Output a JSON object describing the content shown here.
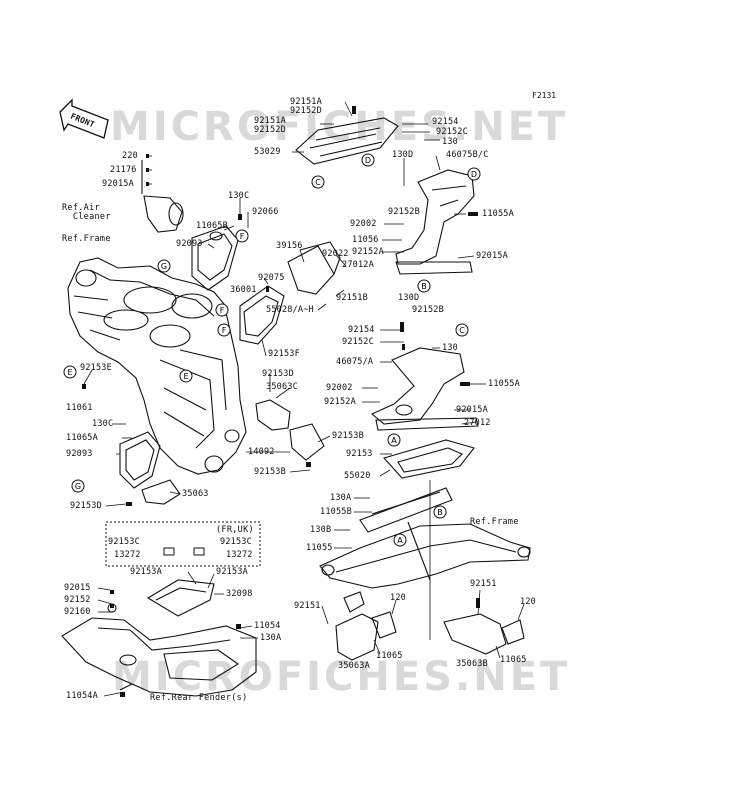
{
  "diagram_code": "F2131",
  "front_label": "FRONT",
  "watermark_top": "MICROFICHES.NET",
  "watermark_bottom": "MICROFICHES.NET",
  "refs": {
    "air_cleaner": "Ref.Air\n  Cleaner",
    "frame_left": "Ref.Frame",
    "frame_right": "Ref.Frame",
    "rear_fender": "Ref.Rear Fender(s)",
    "fr_uk": "(FR,UK)"
  },
  "callouts": [
    "A",
    "B",
    "C",
    "D",
    "E",
    "F",
    "G"
  ],
  "parts": [
    {
      "id": "p1",
      "text": "92151A"
    },
    {
      "id": "p2",
      "text": "92152D"
    },
    {
      "id": "p3",
      "text": "92151A"
    },
    {
      "id": "p4",
      "text": "92152D"
    },
    {
      "id": "p5",
      "text": "53029"
    },
    {
      "id": "p6",
      "text": "92154"
    },
    {
      "id": "p7",
      "text": "92152C"
    },
    {
      "id": "p8",
      "text": "130"
    },
    {
      "id": "p9",
      "text": "130D"
    },
    {
      "id": "p10",
      "text": "46075B/C"
    },
    {
      "id": "p11",
      "text": "220"
    },
    {
      "id": "p12",
      "text": "21176"
    },
    {
      "id": "p13",
      "text": "92015A"
    },
    {
      "id": "p14",
      "text": "130C"
    },
    {
      "id": "p15",
      "text": "11065B"
    },
    {
      "id": "p16",
      "text": "92066"
    },
    {
      "id": "p17",
      "text": "92093"
    },
    {
      "id": "p18",
      "text": "39156"
    },
    {
      "id": "p19",
      "text": "92022"
    },
    {
      "id": "p20",
      "text": "92075"
    },
    {
      "id": "p21",
      "text": "36001"
    },
    {
      "id": "p22",
      "text": "92151B"
    },
    {
      "id": "p23",
      "text": "55028/A~H"
    },
    {
      "id": "p24",
      "text": "92152B"
    },
    {
      "id": "p25",
      "text": "11055A"
    },
    {
      "id": "p26",
      "text": "92002"
    },
    {
      "id": "p27",
      "text": "11056"
    },
    {
      "id": "p28",
      "text": "92152A"
    },
    {
      "id": "p29",
      "text": "27012A"
    },
    {
      "id": "p30",
      "text": "92015A"
    },
    {
      "id": "p31",
      "text": "130D"
    },
    {
      "id": "p32",
      "text": "92152B"
    },
    {
      "id": "p33",
      "text": "92154"
    },
    {
      "id": "p34",
      "text": "92152C"
    },
    {
      "id": "p35",
      "text": "130"
    },
    {
      "id": "p36",
      "text": "46075/A"
    },
    {
      "id": "p37",
      "text": "11055A"
    },
    {
      "id": "p38",
      "text": "92153F"
    },
    {
      "id": "p39",
      "text": "92153E"
    },
    {
      "id": "p40",
      "text": "11061"
    },
    {
      "id": "p41",
      "text": "92153D"
    },
    {
      "id": "p42",
      "text": "35063C"
    },
    {
      "id": "p43",
      "text": "92002"
    },
    {
      "id": "p44",
      "text": "92152A"
    },
    {
      "id": "p45",
      "text": "92015A"
    },
    {
      "id": "p46",
      "text": "27012"
    },
    {
      "id": "p47",
      "text": "130C"
    },
    {
      "id": "p48",
      "text": "11065A"
    },
    {
      "id": "p49",
      "text": "92093"
    },
    {
      "id": "p50",
      "text": "92153B"
    },
    {
      "id": "p51",
      "text": "14092"
    },
    {
      "id": "p52",
      "text": "92153"
    },
    {
      "id": "p53",
      "text": "92153B"
    },
    {
      "id": "p54",
      "text": "55020"
    },
    {
      "id": "p55",
      "text": "92153D"
    },
    {
      "id": "p56",
      "text": "35063"
    },
    {
      "id": "p57",
      "text": "130A"
    },
    {
      "id": "p58",
      "text": "11055B"
    },
    {
      "id": "p59",
      "text": "130B"
    },
    {
      "id": "p60",
      "text": "11055"
    },
    {
      "id": "p61",
      "text": "92153C"
    },
    {
      "id": "p62",
      "text": "92153C"
    },
    {
      "id": "p63",
      "text": "13272"
    },
    {
      "id": "p64",
      "text": "13272"
    },
    {
      "id": "p65",
      "text": "92153A"
    },
    {
      "id": "p66",
      "text": "92153A"
    },
    {
      "id": "p67",
      "text": "92015"
    },
    {
      "id": "p68",
      "text": "32098"
    },
    {
      "id": "p69",
      "text": "92152"
    },
    {
      "id": "p70",
      "text": "92160"
    },
    {
      "id": "p71",
      "text": "11054"
    },
    {
      "id": "p72",
      "text": "130A"
    },
    {
      "id": "p73",
      "text": "92151"
    },
    {
      "id": "p74",
      "text": "120"
    },
    {
      "id": "p75",
      "text": "92151"
    },
    {
      "id": "p76",
      "text": "120"
    },
    {
      "id": "p77",
      "text": "11065"
    },
    {
      "id": "p78",
      "text": "35063A"
    },
    {
      "id": "p79",
      "text": "35063B"
    },
    {
      "id": "p80",
      "text": "11065"
    },
    {
      "id": "p81",
      "text": "11054A"
    }
  ]
}
